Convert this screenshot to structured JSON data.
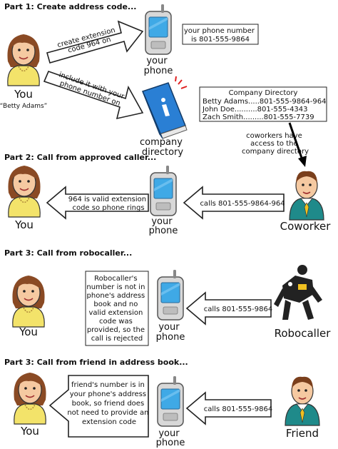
{
  "sections": [
    {
      "title": "Part 1: Create address code..."
    },
    {
      "title": "Part 2: Call from approved caller..."
    },
    {
      "title": "Part 3: Call from robocaller..."
    },
    {
      "title": "Part 3: Call from friend in address book..."
    }
  ],
  "part1": {
    "you_label": "You",
    "you_name": "“Betty Adams”",
    "arrow_top": [
      "create extension",
      "code 964 on"
    ],
    "arrow_bottom": [
      "include it with your",
      "phone number on"
    ],
    "phone_label": [
      "your",
      "phone"
    ],
    "phone_note": [
      "your phone number",
      "is 801-555-9864"
    ],
    "directory_label": [
      "company",
      "directory"
    ],
    "directory_box": {
      "title": "Company Directory",
      "rows": [
        "Betty Adams.....801-555-9864-964",
        "John Doe..........801-555-4343",
        "Zach Smith.........801-555-7739"
      ]
    },
    "access_note": [
      "coworkers have",
      "access to the",
      "company directory"
    ]
  },
  "part2": {
    "you_label": "You",
    "note": [
      "964 is valid extension",
      "code so phone rings"
    ],
    "phone_label": [
      "your",
      "phone"
    ],
    "call_text": "calls 801-555-9864-964",
    "caller_label": "Coworker"
  },
  "part3": {
    "you_label": "You",
    "note": [
      "Robocaller's",
      "number is not in",
      "phone's address",
      "book and no",
      "valid extension",
      "code was",
      "provided, so the",
      "call is rejected"
    ],
    "phone_label": [
      "your",
      "phone"
    ],
    "call_text": "calls 801-555-9864",
    "caller_label": "Robocaller"
  },
  "part4": {
    "you_label": "You",
    "note": [
      "friend's number is in",
      "your phone's address",
      "book, so friend does",
      "not need to provide an",
      "extension code"
    ],
    "phone_label": [
      "your",
      "phone"
    ],
    "call_text": "calls 801-555-9864",
    "caller_label": "Friend"
  },
  "colors": {
    "woman_shirt": "#f3e36a",
    "woman_hair": "#8a4a24",
    "skin": "#f5c9a1",
    "phone_screen": "#3fa9e6",
    "book": "#2a7fd4",
    "coworker_shirt": "#1f8a8a",
    "tie": "#f0c020",
    "robot": "#222222"
  }
}
